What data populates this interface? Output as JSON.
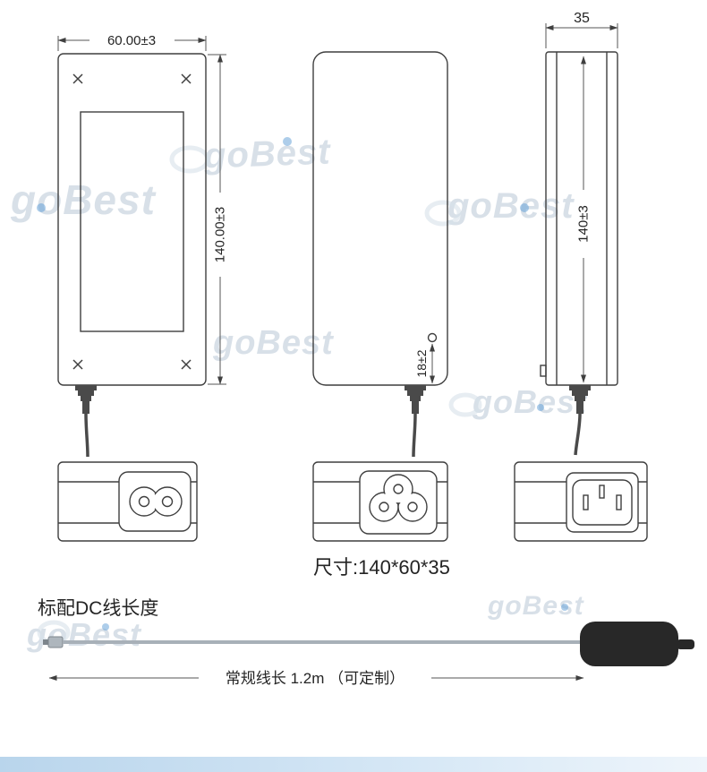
{
  "watermark": {
    "text": "goBest"
  },
  "drawing": {
    "front_view": {
      "width_dim": "60.00±3",
      "height_dim": "140.00±3"
    },
    "middle_view": {
      "hole_dim": "18±2"
    },
    "side_view": {
      "depth_dim": "35",
      "height_dim": "140±3"
    },
    "size_label": "尺寸:140*60*35"
  },
  "dc_cable_section": {
    "title": "标配DC线长度",
    "length_label": "常规线长 1.2m （可定制）"
  },
  "colors": {
    "line": "#3f3f3f",
    "plug_black": "#282828",
    "footer_bar_blue": "#bdd8ee",
    "watermark_gray": "#9fb3c6",
    "accent_dot_blue": "#5b9bd5"
  }
}
